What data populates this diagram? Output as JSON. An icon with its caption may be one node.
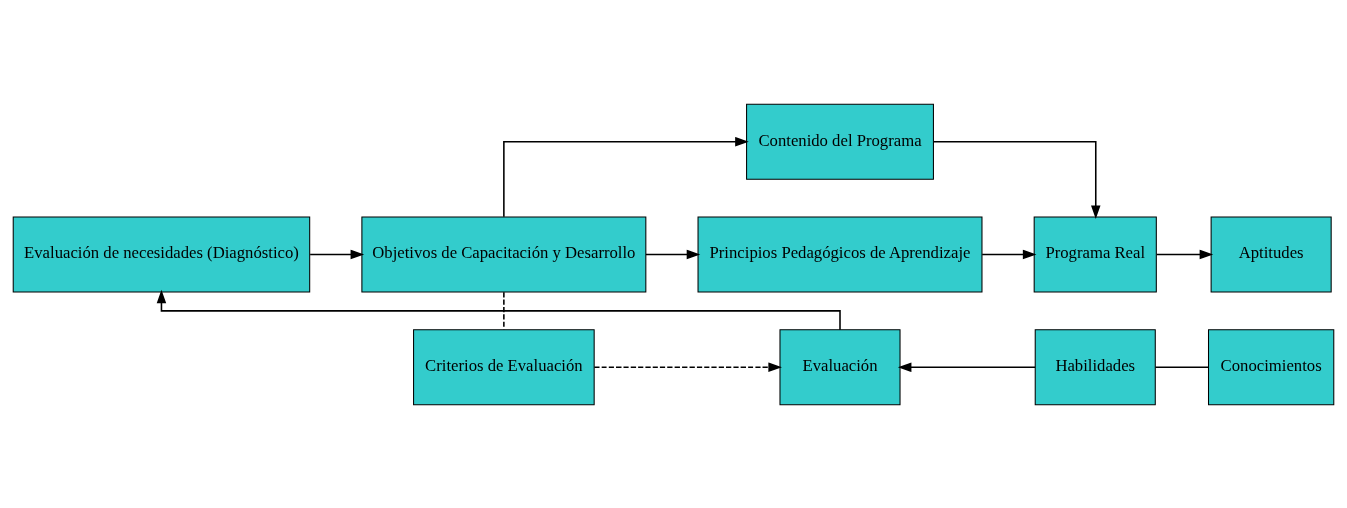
{
  "diagram": {
    "nodes": [
      {
        "text": [
          "Evaluación de necesidades (Diagnóstico)"
        ]
      },
      {
        "text": [
          "Objetivos de Capacitación y Desarrollo"
        ]
      },
      {
        "text": [
          "Contenido del Programa"
        ]
      },
      {
        "text": [
          "Principios Pedagógicos de Aprendizaje"
        ]
      },
      {
        "text": [
          "Programa Real"
        ]
      },
      {
        "text": [
          "Aptitudes"
        ]
      },
      {
        "text": [
          "Criterios de Evaluación"
        ]
      },
      {
        "text": [
          "Evaluación"
        ]
      },
      {
        "text": [
          "Habilidades"
        ]
      },
      {
        "text": [
          "Conocimientos"
        ]
      }
    ],
    "edges": [
      {
        "from": 0,
        "to": 1,
        "arrow": "to"
      },
      {
        "from": 1,
        "to": 2,
        "arrow": "to"
      },
      {
        "from": 1,
        "to": 3,
        "arrow": "to"
      },
      {
        "from": 2,
        "to": 4,
        "arrow": "to"
      },
      {
        "from": 3,
        "to": 4,
        "arrow": "to"
      },
      {
        "from": 4,
        "to": 5,
        "arrow": "to"
      },
      {
        "from": 1,
        "to": 6,
        "arrow": "none",
        "style": "dashed"
      },
      {
        "from": 6,
        "to": 7,
        "arrow": "to",
        "style": "dashed"
      },
      {
        "from": 8,
        "to": 7,
        "arrow": "to"
      },
      {
        "from": 9,
        "to": 8,
        "arrow": "none"
      },
      {
        "from": 7,
        "to": 0,
        "arrow": "to"
      }
    ]
  }
}
